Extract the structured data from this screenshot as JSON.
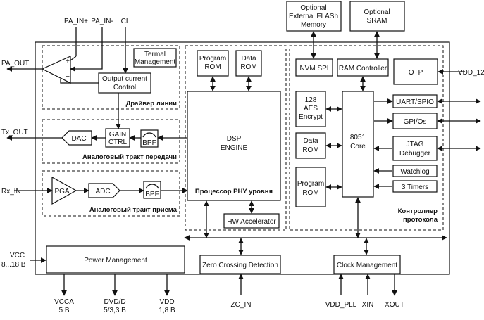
{
  "external": {
    "flash": [
      "Optional",
      "External FLASh",
      "Memory"
    ],
    "sram": [
      "Optional",
      "SRAM"
    ]
  },
  "pins": {
    "pa_in_plus": "PA_IN+",
    "pa_in_minus": "PA_IN-",
    "cl": "CL",
    "pa_out": "PA_OUT",
    "tx_out": "Tx_OUT",
    "rx_in": "Rx_IN",
    "vcc": [
      "VCC",
      "8...18 В"
    ],
    "vdd_12": "VDD_12",
    "vcca": [
      "VCCA",
      "5 В"
    ],
    "dvd": [
      "DVD/D",
      "5/3,3 В"
    ],
    "vdd": [
      "VDD",
      "1,8 В"
    ],
    "zc_in": "ZC_IN",
    "vdd_pll": "VDD_PLL",
    "xin": "XIN",
    "xout": "XOUT"
  },
  "line_driver": {
    "termal": [
      "Termal",
      "Management"
    ],
    "opamp_plus": "+",
    "opamp_minus": "−",
    "output_current": [
      "Output current",
      "Control"
    ],
    "caption": "Драйвер линии"
  },
  "tx_path": {
    "dac": "DAC",
    "gain": [
      "GAIN",
      "CTRL"
    ],
    "bpf": "BPF",
    "caption": "Аналоговый тракт передачи"
  },
  "rx_path": {
    "pga": "PGA",
    "adc": "ADC",
    "bpf": "BPF",
    "caption": "Аналоговый тракт приема"
  },
  "phy": {
    "program_rom": [
      "Program",
      "ROM"
    ],
    "data_rom": [
      "Data",
      "ROM"
    ],
    "dsp": [
      "DSP",
      "ENGINE"
    ],
    "caption": "Процессор PHY уровня",
    "hw_accel": "HW Accelerator"
  },
  "controller": {
    "nvm_spi": "NVM SPI",
    "ram_controller": "RAM Controller",
    "otp": "OTP",
    "aes": [
      "128",
      "AES",
      "Encrypt"
    ],
    "core": [
      "8051",
      "Core"
    ],
    "uart": "UART/SPIO",
    "gpio": "GPI/Os",
    "jtag": [
      "JTAG",
      "Debugger"
    ],
    "data_rom": [
      "Data",
      "ROM"
    ],
    "program_rom": [
      "Program",
      "ROM"
    ],
    "watchlog": "Watchlog",
    "timers": "3 Timers",
    "caption": [
      "Контроллер",
      "протокола"
    ]
  },
  "power": "Power Management",
  "zero_cross": "Zero Crossing Detection",
  "clock": "Clock Management"
}
